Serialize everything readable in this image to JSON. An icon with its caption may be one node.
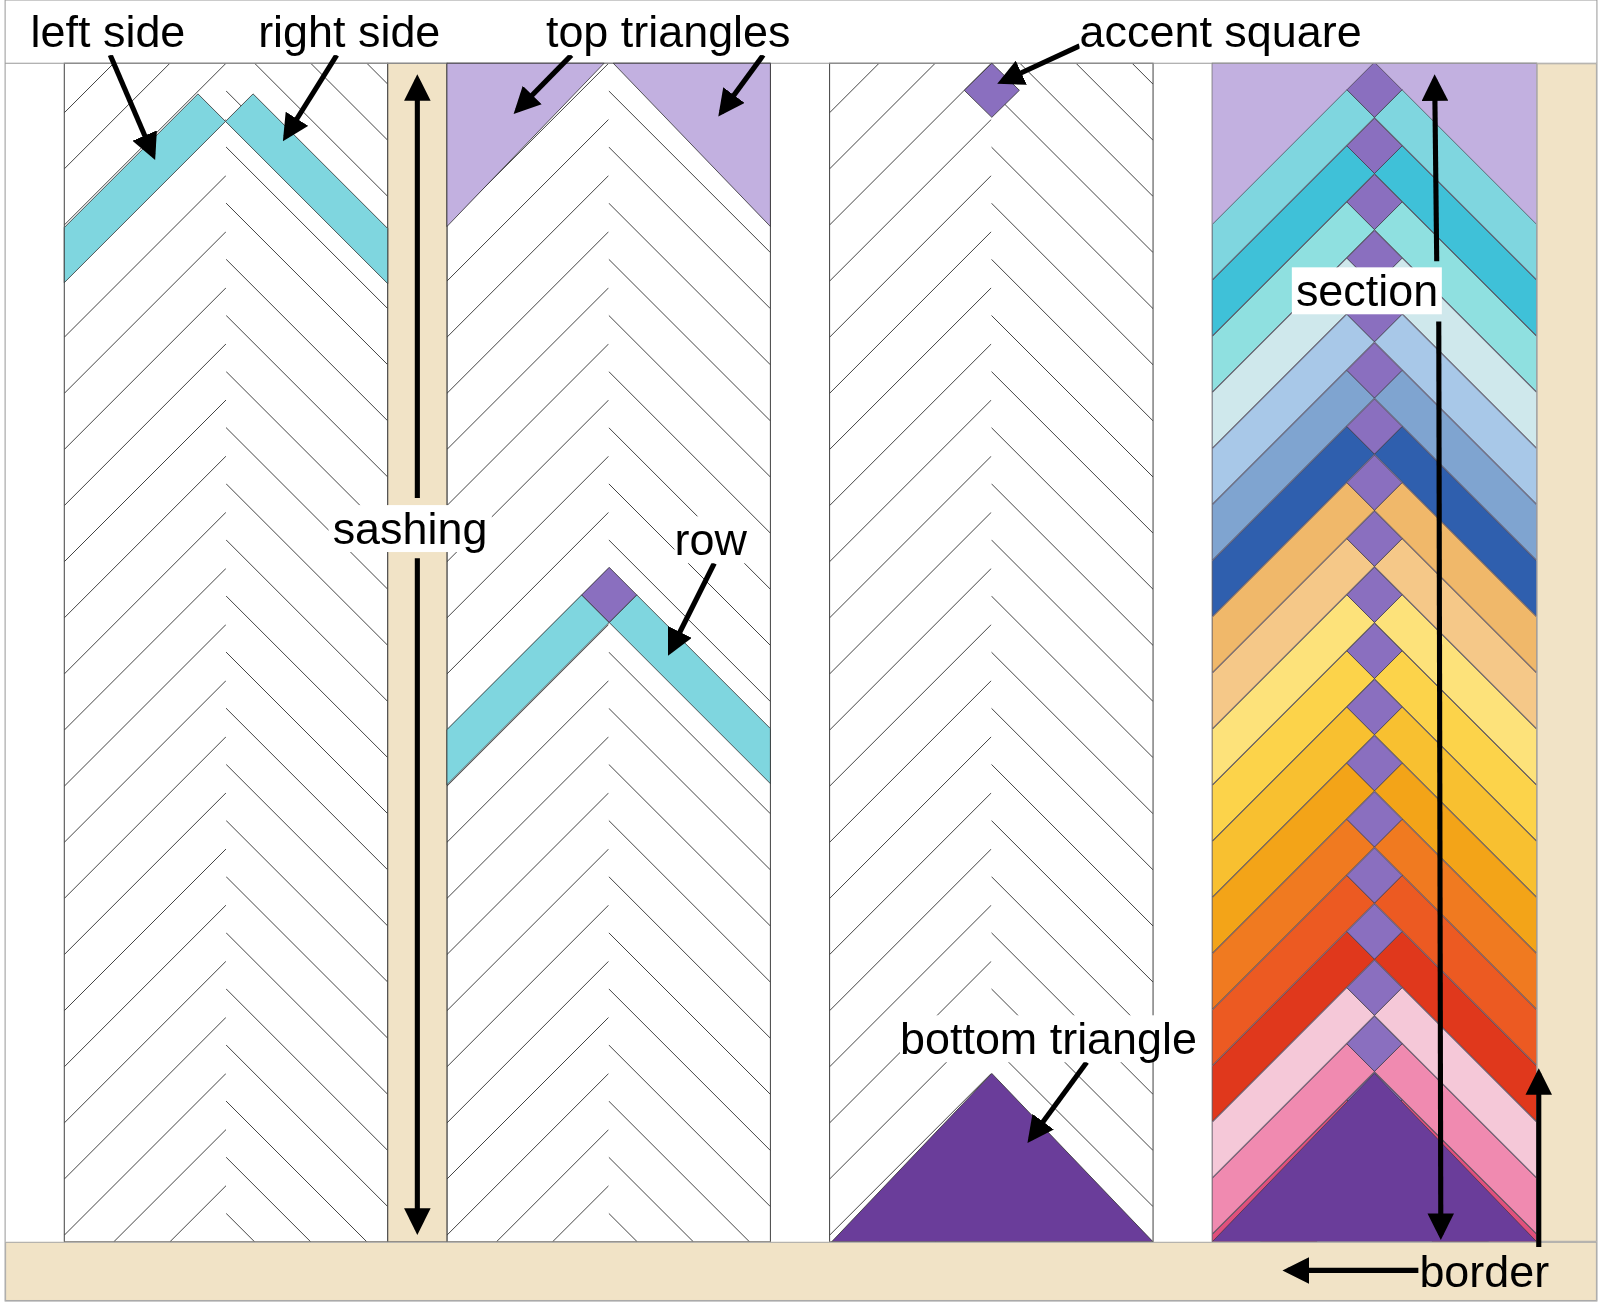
{
  "diagram": {
    "nodes": [
      {
        "text": [
          "left side"
        ]
      },
      {
        "text": [],
        "shape": "bar"
      },
      {
        "text": [
          "right side"
        ]
      },
      {
        "text": [],
        "shape": "bar"
      },
      {
        "text": [
          "top triangles"
        ]
      },
      {
        "text": [],
        "shape": "triangle"
      },
      {
        "text": [],
        "shape": "triangle"
      },
      {
        "text": [
          "accent square"
        ]
      },
      {
        "text": [],
        "shape": "diamond"
      },
      {
        "text": [
          "row"
        ]
      },
      {
        "text": [],
        "shape": "bar"
      },
      {
        "text": [
          "bottom triangle"
        ]
      },
      {
        "text": [],
        "shape": "triangle"
      },
      {
        "text": [
          "border"
        ],
        "in": 14
      },
      {
        "text": [],
        "shape": "bar"
      },
      {
        "text": [],
        "shape": "bar"
      }
    ],
    "edges": [
      {
        "from": 0,
        "to": 1,
        "arrow": "to"
      },
      {
        "from": 2,
        "to": 3,
        "arrow": "to"
      },
      {
        "from": 4,
        "to": 5,
        "arrow": "to"
      },
      {
        "from": 4,
        "to": 6,
        "arrow": "to"
      },
      {
        "from": 7,
        "to": 8,
        "arrow": "to"
      },
      {
        "from": 9,
        "to": 10,
        "arrow": "to"
      },
      {
        "from": 11,
        "to": 12,
        "arrow": "to"
      },
      {
        "from": 13,
        "to": 14,
        "arrow": "to"
      },
      {
        "from": 13,
        "to": 15,
        "arrow": "to"
      }
    ],
    "labels": [
      "sashing",
      "section"
    ]
  }
}
